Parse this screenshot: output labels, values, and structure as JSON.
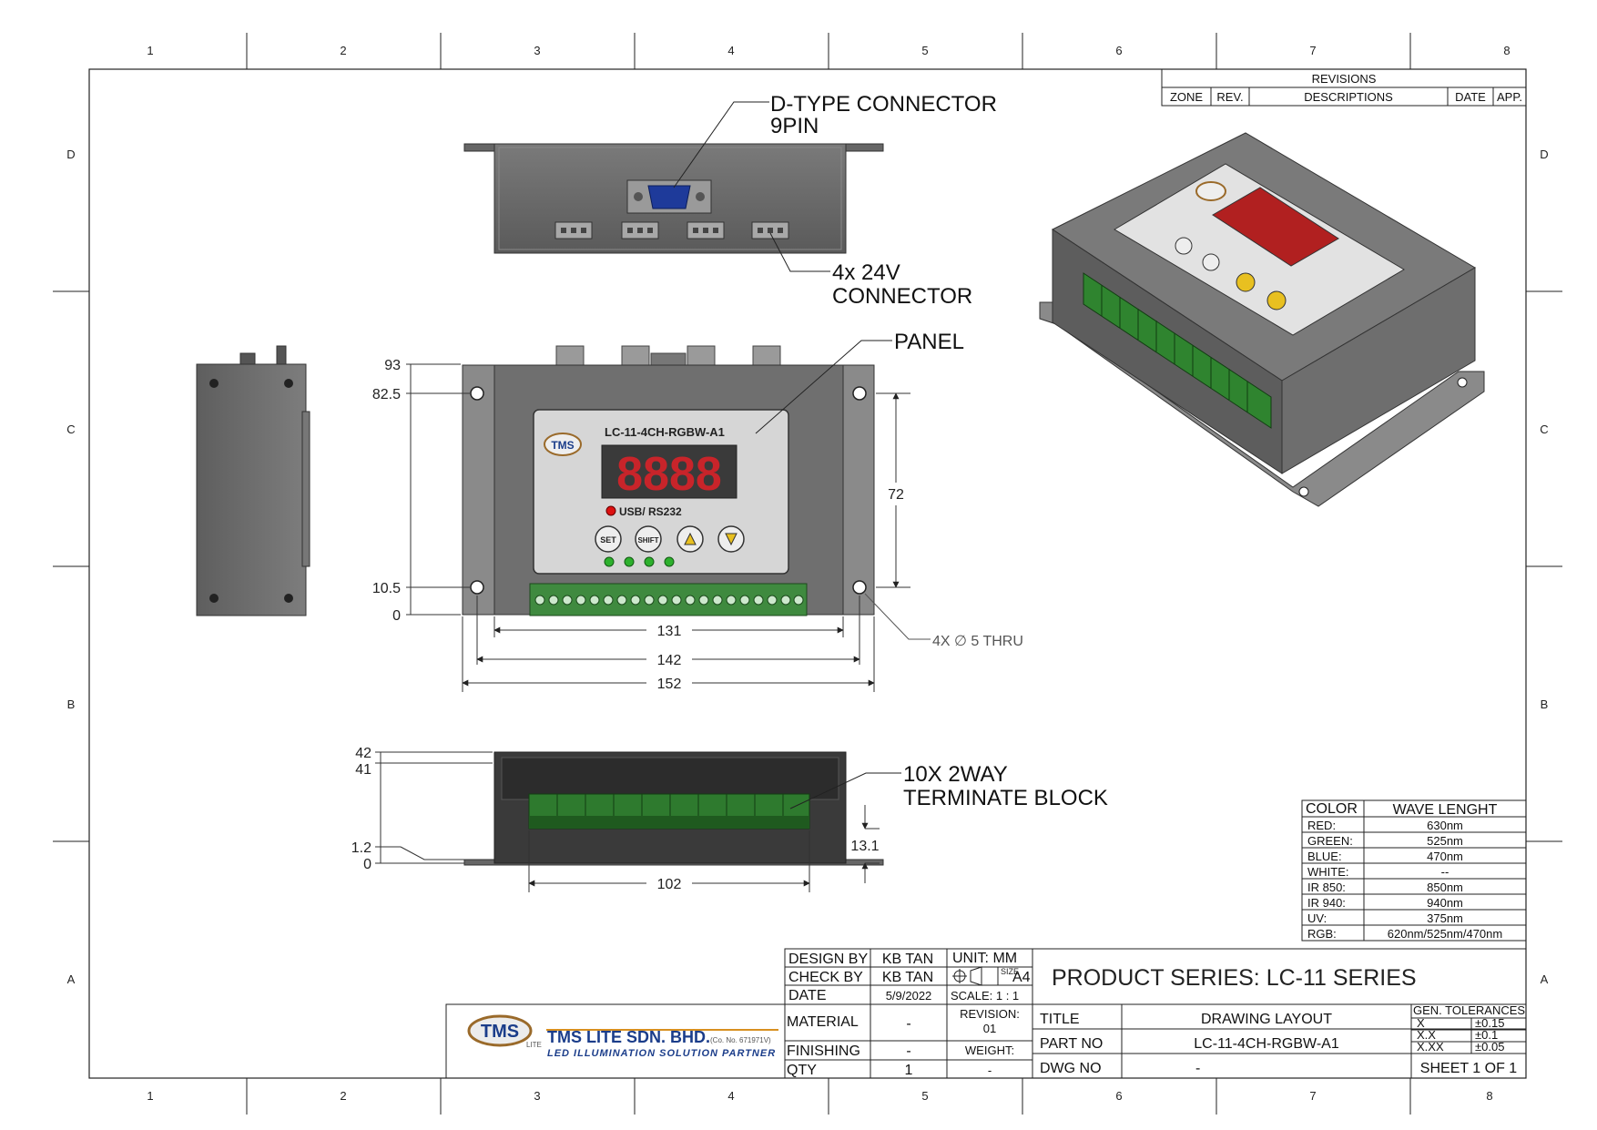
{
  "zones": {
    "columns": [
      "1",
      "2",
      "3",
      "4",
      "5",
      "6",
      "7",
      "8"
    ],
    "rows": [
      "D",
      "C",
      "B",
      "A"
    ]
  },
  "revisions": {
    "title": "REVISIONS",
    "headers": [
      "ZONE",
      "REV.",
      "DESCRIPTIONS",
      "DATE",
      "APP."
    ]
  },
  "callouts": {
    "dtype_line1": "D-TYPE CONNECTOR",
    "dtype_line2": "9PIN",
    "connector_line1": "4x 24V",
    "connector_line2": "CONNECTOR",
    "panel": "PANEL",
    "holes": "4X ∅ 5 THRU",
    "terminal_line1": "10X 2WAY",
    "terminal_line2": "TERMINATE BLOCK"
  },
  "device_panel": {
    "model": "LC-11-4CH-RGBW-A1",
    "display": "8888",
    "usb_label": "USB/ RS232",
    "logo": "TMS",
    "button_labels": [
      "SET",
      "SHIFT"
    ]
  },
  "dimensions": {
    "front_v": [
      "93",
      "82.5",
      "10.5",
      "0"
    ],
    "front_right": "72",
    "front_h": [
      "131",
      "142",
      "152"
    ],
    "side_v": [
      "42",
      "41",
      "1.2",
      "0"
    ],
    "side_right": "13.1",
    "side_h": "102"
  },
  "wavelength_table": {
    "headers": [
      "COLOR",
      "WAVE LENGHT"
    ],
    "rows": [
      [
        "RED:",
        "630nm"
      ],
      [
        "GREEN:",
        "525nm"
      ],
      [
        "BLUE:",
        "470nm"
      ],
      [
        "WHITE:",
        "--"
      ],
      [
        "IR 850:",
        "850nm"
      ],
      [
        "IR 940:",
        "940nm"
      ],
      [
        "UV:",
        "375nm"
      ],
      [
        "RGB:",
        "620nm/525nm/470nm"
      ]
    ]
  },
  "title_block": {
    "company": "TMS LITE SDN. BHD.",
    "company_reg": "(Co. No. 671971V)",
    "tagline": "LED ILLUMINATION SOLUTION PARTNER",
    "logo_text": "TMS",
    "logo_sub": "LITE",
    "design_by_label": "DESIGN BY",
    "design_by": "KB TAN",
    "check_by_label": "CHECK BY",
    "check_by": "KB TAN",
    "date_label": "DATE",
    "date": "5/9/2022",
    "unit": "UNIT:  MM",
    "size_label": "SIZE",
    "size": "A4",
    "scale": "SCALE: 1 : 1",
    "material_label": "MATERIAL",
    "material": "-",
    "revision_label": "REVISION:",
    "revision": "01",
    "finishing_label": "FINISHING",
    "finishing": "-",
    "weight_label": "WEIGHT:",
    "weight": "-",
    "qty_label": "QTY",
    "qty": "1",
    "product_series": "PRODUCT SERIES:  LC-11 SERIES",
    "title_label": "TITLE",
    "title": "DRAWING LAYOUT",
    "part_no_label": "PART NO",
    "part_no": "LC-11-4CH-RGBW-A1",
    "dwg_no_label": "DWG NO",
    "dwg_no": "-",
    "tolerances_title": "GEN. TOLERANCES",
    "tolerances": [
      [
        "X",
        "±0.15"
      ],
      [
        "X.X",
        "±0.1"
      ],
      [
        "X.XX",
        "±0.05"
      ]
    ],
    "sheet": "SHEET 1 OF 1"
  }
}
